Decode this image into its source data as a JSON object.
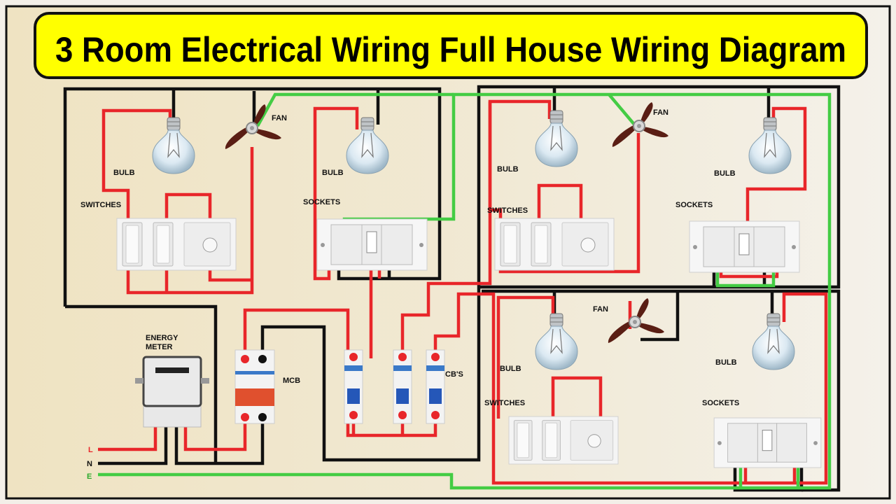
{
  "title": "3 Room Electrical Wiring Full House Wiring Diagram",
  "colors": {
    "title_bg": "#ffff00",
    "phase": "#e8262a",
    "neutral": "#111111",
    "earth": "#44cc44",
    "background": "#efe5c6"
  },
  "labels": {
    "room1_bulb1": "BULB",
    "room1_fan": "FAN",
    "room1_switches": "SWITCHES",
    "room1_bulb2": "BULB",
    "room1_sockets": "SOCKETS",
    "room2_bulb1": "BULB",
    "room2_fan": "FAN",
    "room2_switches": "SWITCHES",
    "room2_bulb2": "BULB",
    "room2_sockets": "SOCKETS",
    "room3_fan": "FAN",
    "room3_bulb1": "BULB",
    "room3_switches": "SWITCHES",
    "room3_bulb2": "BULB",
    "room3_sockets": "SOCKETS",
    "energy_meter_1": "ENERGY",
    "energy_meter_2": "METER",
    "mcb": "MCB",
    "cbs": "CB'S",
    "line": "L",
    "neutral": "N",
    "earth": "E"
  }
}
